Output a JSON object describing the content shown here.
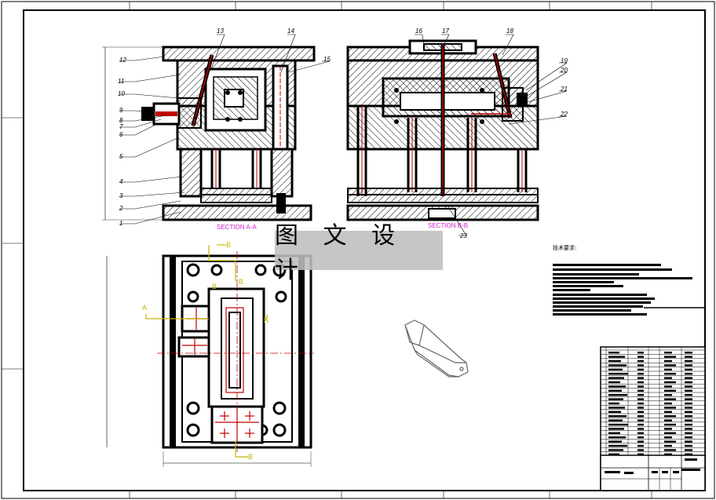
{
  "watermark": {
    "text": "图 文 设 计"
  },
  "sections": {
    "section_aa": "SECTION A-A",
    "section_bb": "SECTION B-B"
  },
  "part_labels": {
    "left": [
      "1",
      "2",
      "3",
      "4",
      "5",
      "6",
      "7",
      "8",
      "9",
      "10",
      "11",
      "12",
      "13",
      "14",
      "15"
    ],
    "right": [
      "16",
      "17",
      "18",
      "19",
      "20",
      "21",
      "22",
      "23"
    ]
  },
  "cut_marks": {
    "a": "A",
    "b": "B"
  },
  "technical_requirements": {
    "heading": "技术要求:"
  },
  "colors": {
    "section_label": "#d020d0",
    "cut_line": "#c8b400",
    "center_line": "#e00000",
    "hatch": "#000000"
  }
}
